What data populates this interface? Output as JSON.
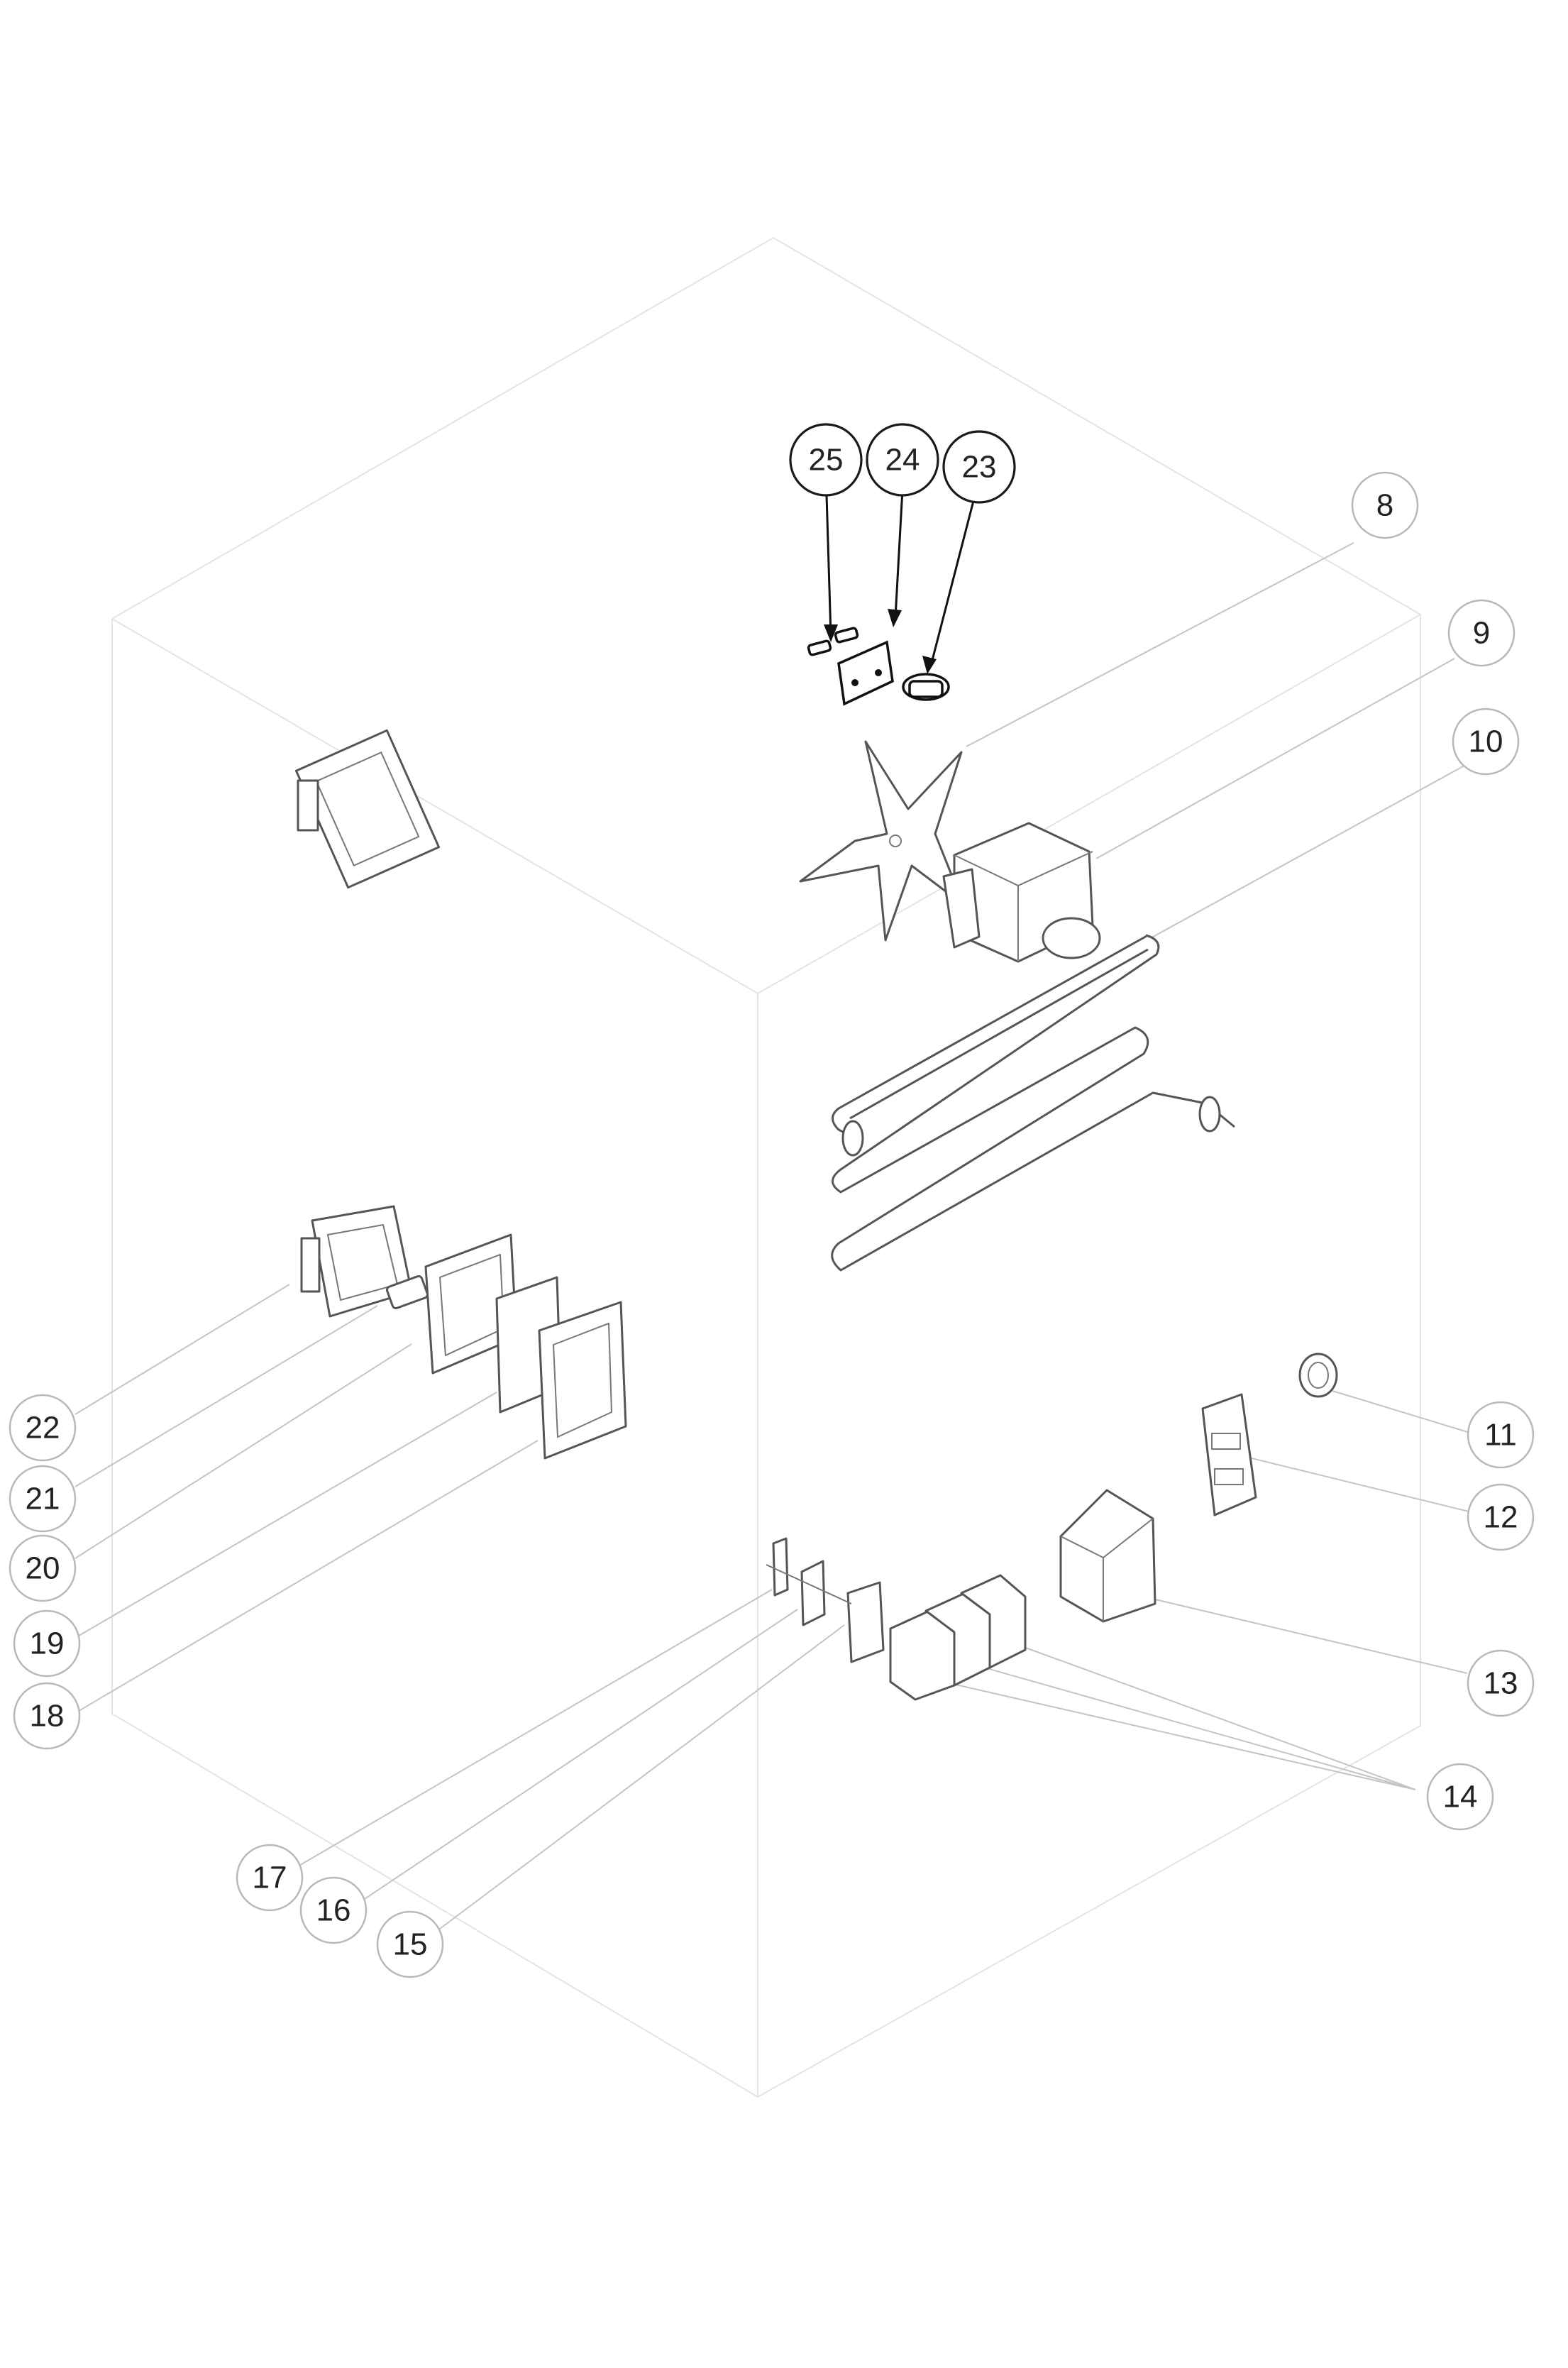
{
  "callouts": [
    {
      "id": "8",
      "label": "8"
    },
    {
      "id": "9",
      "label": "9"
    },
    {
      "id": "10",
      "label": "10"
    },
    {
      "id": "11",
      "label": "11"
    },
    {
      "id": "12",
      "label": "12"
    },
    {
      "id": "13",
      "label": "13"
    },
    {
      "id": "14",
      "label": "14"
    },
    {
      "id": "15",
      "label": "15"
    },
    {
      "id": "16",
      "label": "16"
    },
    {
      "id": "17",
      "label": "17"
    },
    {
      "id": "18",
      "label": "18"
    },
    {
      "id": "19",
      "label": "19"
    },
    {
      "id": "20",
      "label": "20"
    },
    {
      "id": "21",
      "label": "21"
    },
    {
      "id": "22",
      "label": "22"
    },
    {
      "id": "23",
      "label": "23"
    },
    {
      "id": "24",
      "label": "24"
    },
    {
      "id": "25",
      "label": "25"
    }
  ]
}
